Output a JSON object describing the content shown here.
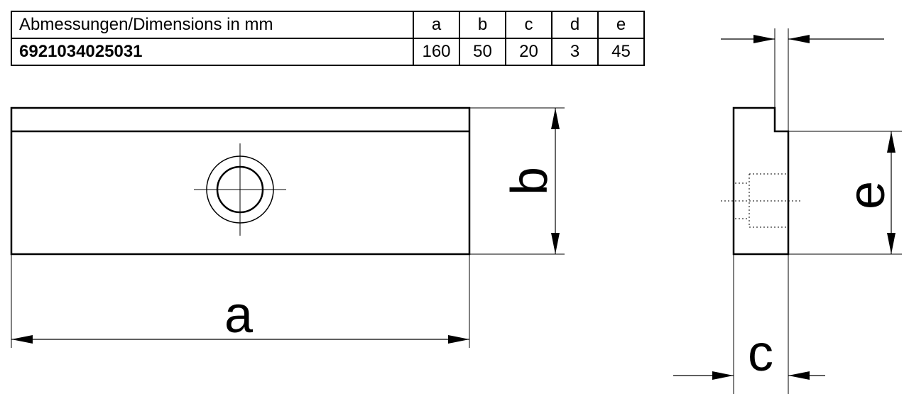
{
  "table": {
    "header_label": "Abmessungen/Dimensions in mm",
    "columns": [
      "a",
      "b",
      "c",
      "d",
      "e"
    ],
    "article_number": "6921034025031",
    "values": [
      "160",
      "50",
      "20",
      "3",
      "45"
    ]
  },
  "labels": {
    "a": "a",
    "b": "b",
    "c": "c",
    "e": "e"
  }
}
